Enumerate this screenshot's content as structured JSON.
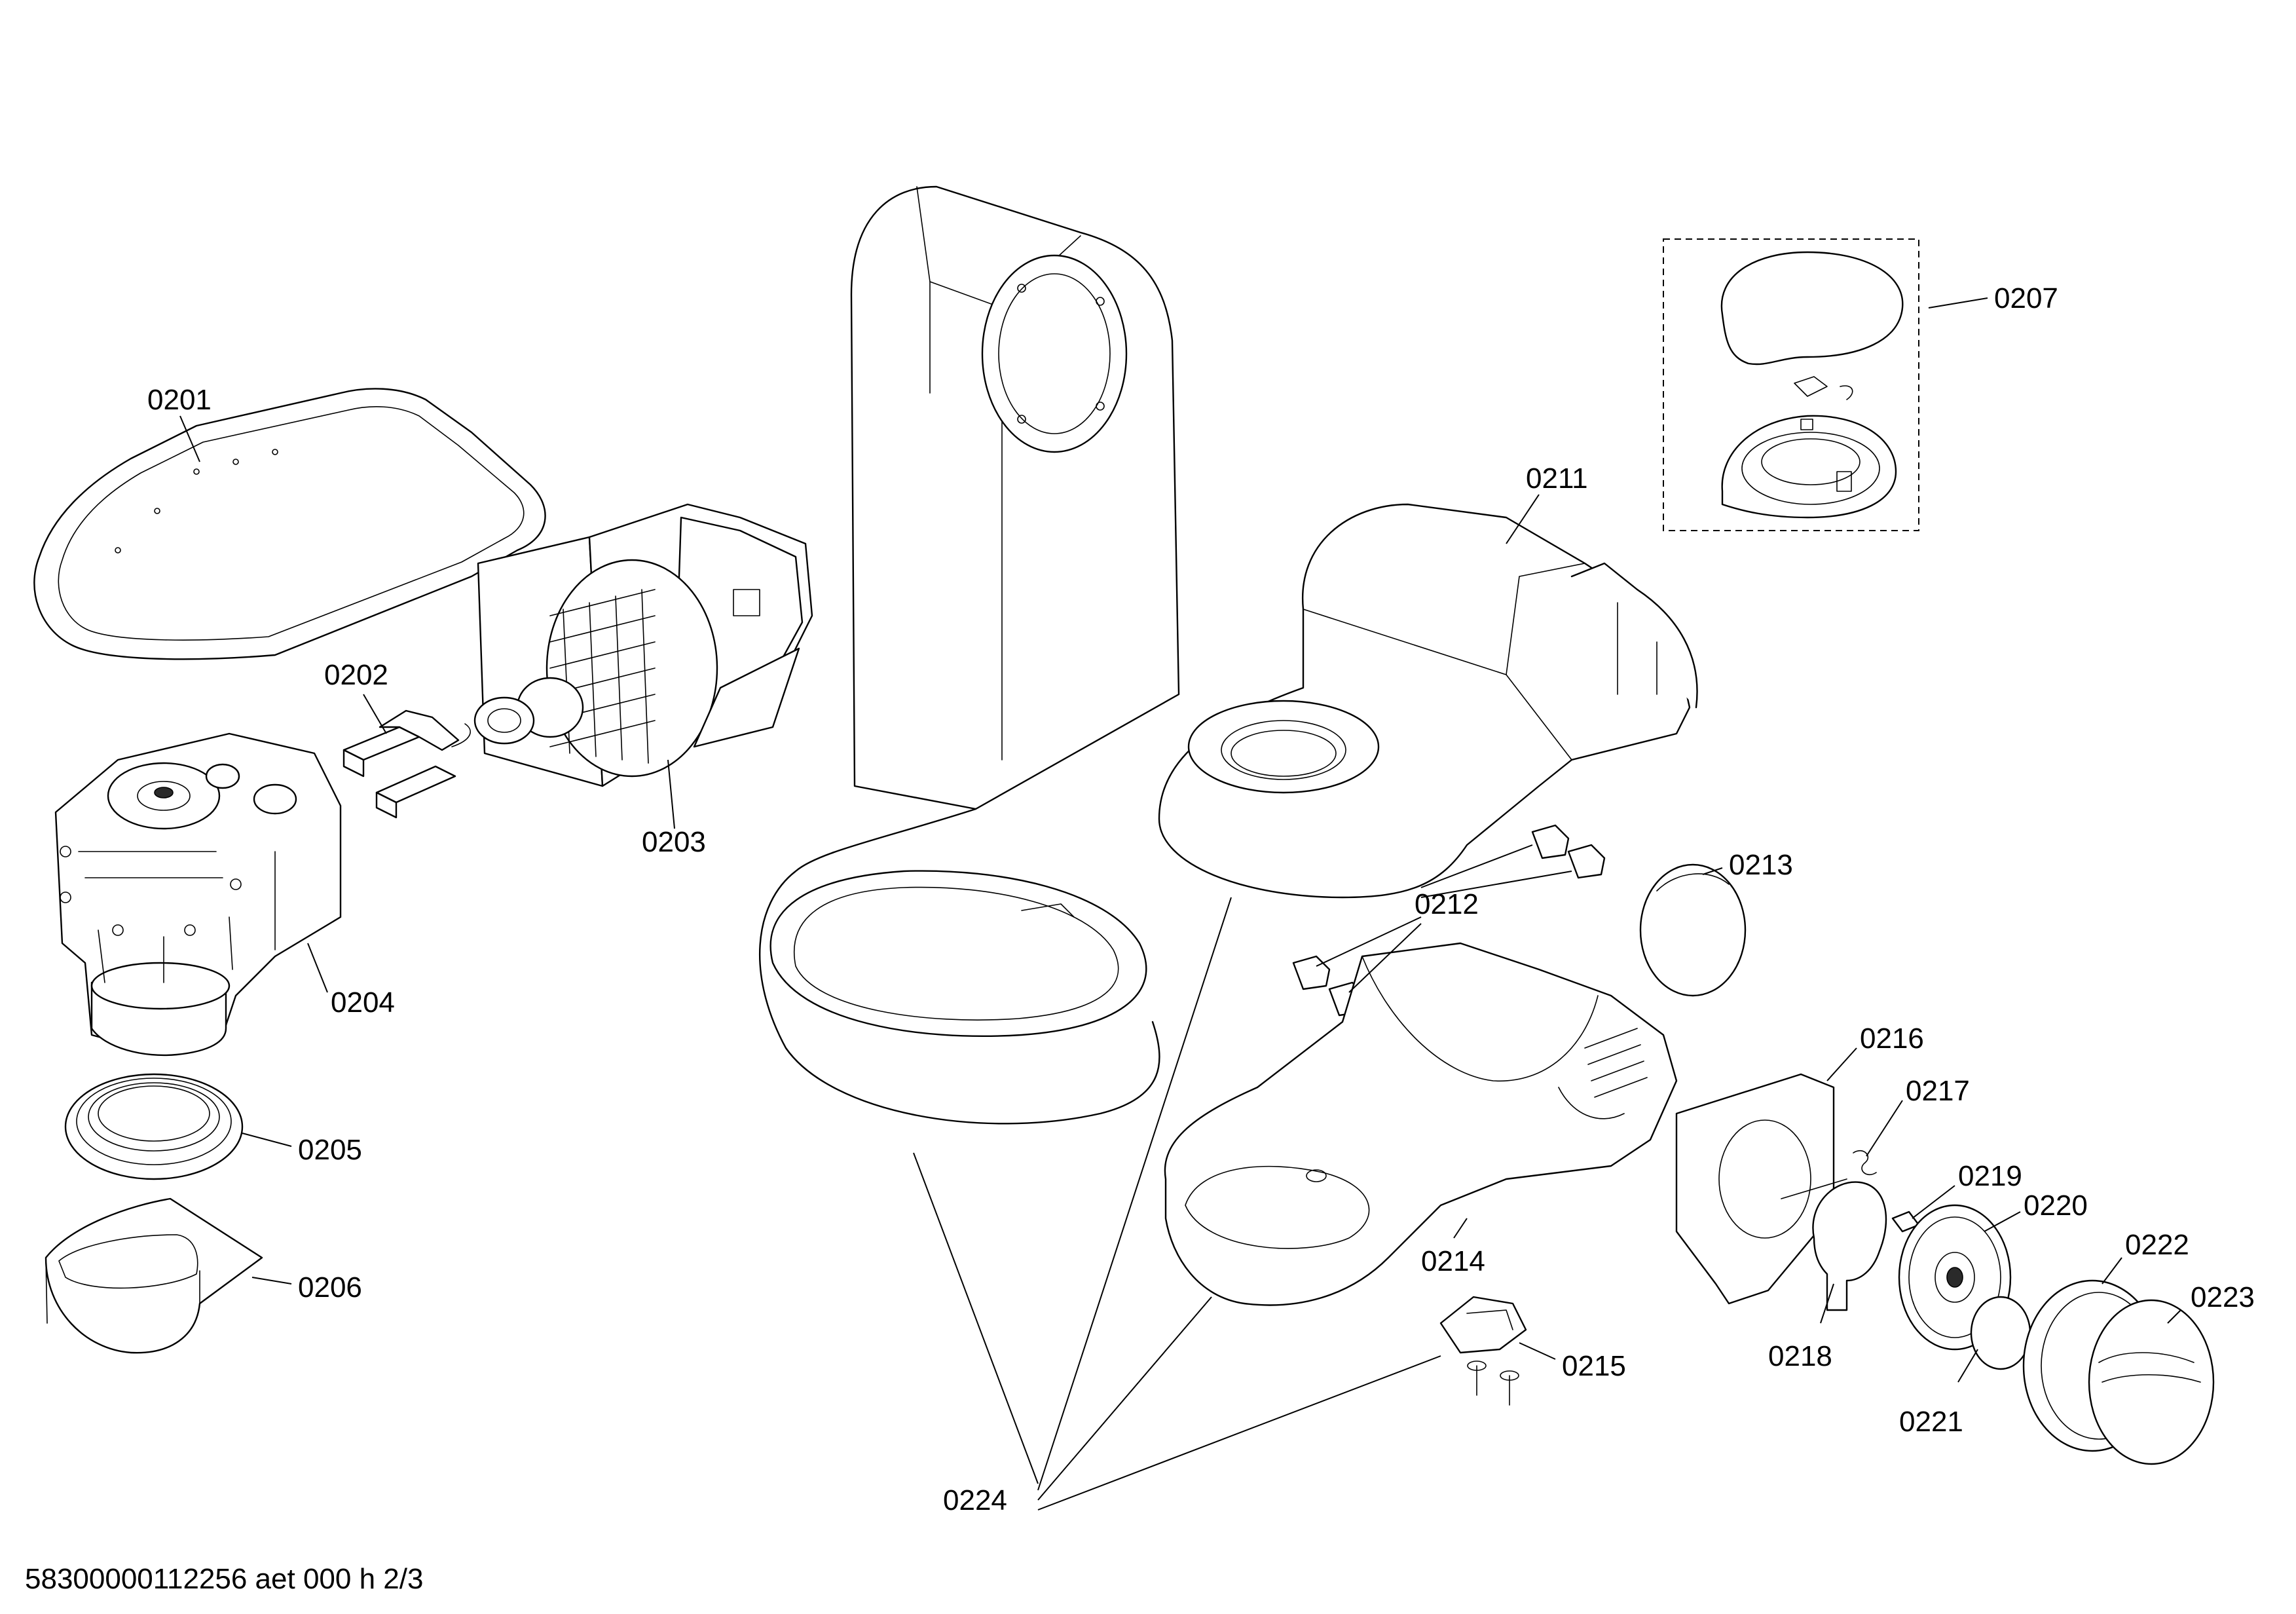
{
  "labels": {
    "p0201": "0201",
    "p0202": "0202",
    "p0203": "0203",
    "p0204": "0204",
    "p0205": "0205",
    "p0206": "0206",
    "p0207": "0207",
    "p0211": "0211",
    "p0212": "0212",
    "p0213": "0213",
    "p0214": "0214",
    "p0215": "0215",
    "p0216": "0216",
    "p0217": "0217",
    "p0218": "0218",
    "p0219": "0219",
    "p0220": "0220",
    "p0221": "0221",
    "p0222": "0222",
    "p0223": "0223",
    "p0224": "0224"
  },
  "footer": {
    "code": "58300000112256 aet 000 h 2/3"
  }
}
